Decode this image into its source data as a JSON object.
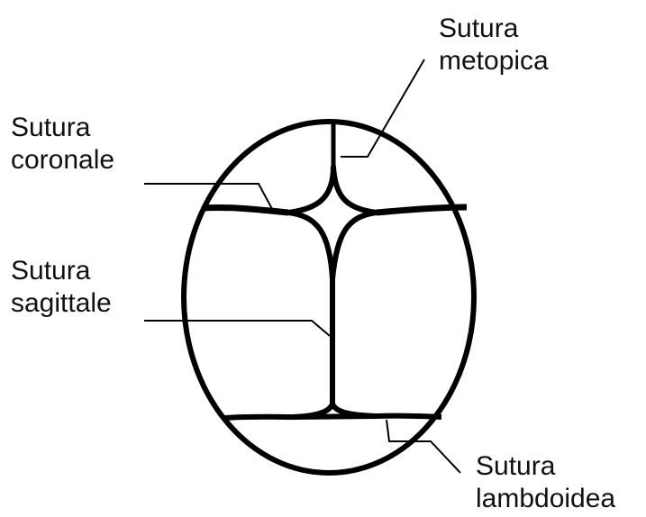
{
  "labels": {
    "metopica": {
      "line1": "Sutura",
      "line2": "metopica"
    },
    "coronale": {
      "line1": "Sutura",
      "line2": "coronale"
    },
    "sagittale": {
      "line1": "Sutura",
      "line2": "sagittale"
    },
    "lambdoidea": {
      "line1": "Sutura",
      "line2": "lambdoidea"
    }
  },
  "colors": {
    "stroke": "#000000",
    "text": "#111111",
    "background": "#ffffff"
  }
}
